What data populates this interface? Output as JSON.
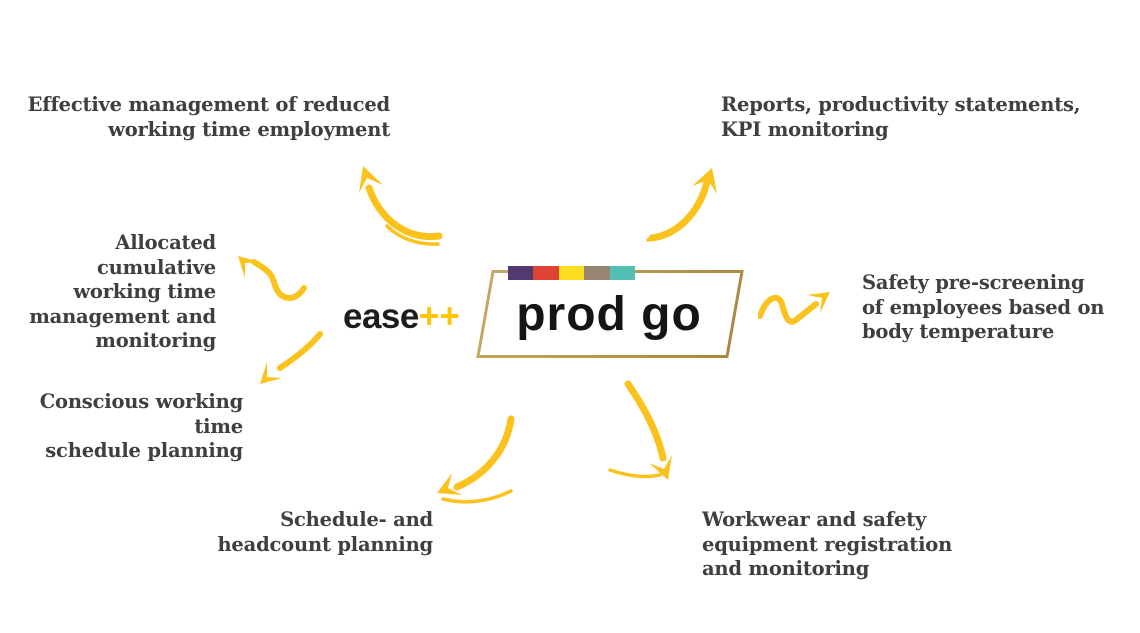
{
  "colors": {
    "arrow": "#FBC21D",
    "text": "#3F3F3F",
    "frame": "#B5924B",
    "plus": "#FEC503",
    "background": "#FFFFFF"
  },
  "brand": {
    "ease_label": "ease",
    "ease_suffix": "++",
    "product_name": "prod go",
    "bar_colors": [
      "#523A70",
      "#DE4333",
      "#FBDE22",
      "#998672",
      "#52C0B2"
    ]
  },
  "features": [
    {
      "id": "reduced-working-time",
      "text": "Effective management of reduced\nworking time employment"
    },
    {
      "id": "reports-kpi",
      "text": "Reports, productivity statements,\nKPI monitoring"
    },
    {
      "id": "allocated-cumulative",
      "text": "Allocated cumulative\nworking time\nmanagement and\nmonitoring"
    },
    {
      "id": "conscious-scheduling",
      "text": "Conscious working time\nschedule planning"
    },
    {
      "id": "safety-prescreening",
      "text": "Safety pre-screening\nof employees based on\nbody temperature"
    },
    {
      "id": "schedule-headcount",
      "text": "Schedule- and\nheadcount planning"
    },
    {
      "id": "workwear-safety",
      "text": "Workwear and safety\nequipment registration\nand monitoring"
    }
  ]
}
